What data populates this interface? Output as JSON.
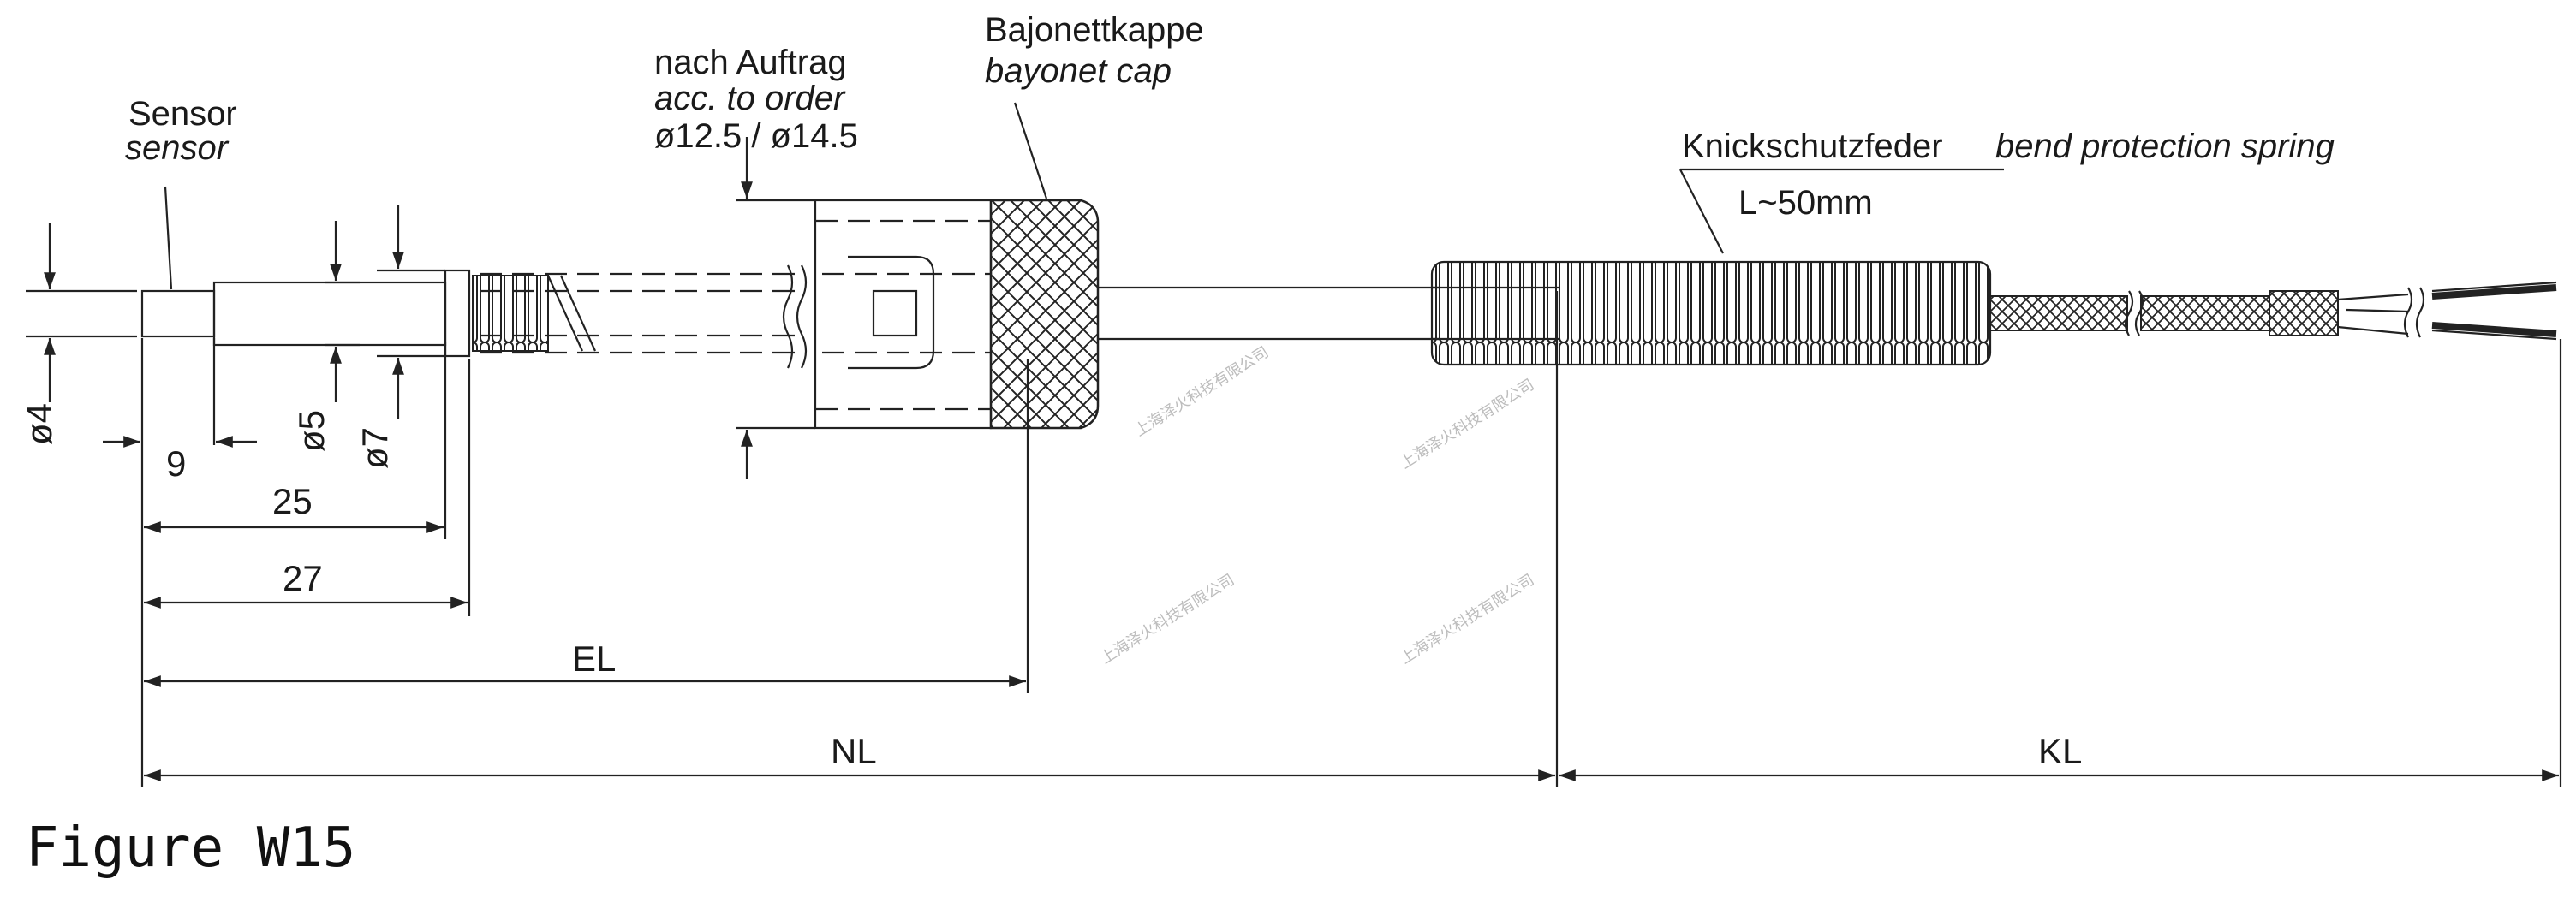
{
  "caption": "Figure W15",
  "labels": {
    "sensor_de": "Sensor",
    "sensor_en": "sensor",
    "order_de": "nach Auftrag",
    "order_en": "acc. to order",
    "order_dims": "ø12.5 / ø14.5",
    "cap_de": "Bajonettkappe",
    "cap_en": "bayonet cap",
    "spring_de": "Knickschutzfeder",
    "spring_en": "bend protection spring",
    "spring_len": "L~50mm"
  },
  "dimensions": {
    "d4": "ø4",
    "d5": "ø5",
    "d7": "ø7",
    "l9": "9",
    "l25": "25",
    "l27": "27",
    "el": "EL",
    "nl": "NL",
    "kl": "KL"
  },
  "watermark": "上海泽火科技有限公司"
}
